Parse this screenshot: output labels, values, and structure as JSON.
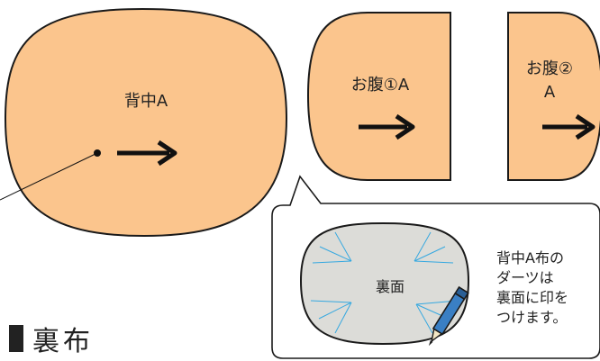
{
  "pieces": {
    "back_label": "背中A",
    "belly1_label": "お腹①A",
    "belly2_label_line1": "お腹②",
    "belly2_label_line2": "A"
  },
  "callout": {
    "piece_label": "裏面",
    "note_lines": [
      "背中A布の",
      "ダーツは",
      "裏面に印を",
      "つけます。"
    ]
  },
  "section_title": "裏布",
  "colors": {
    "fabric": "#FBC58D",
    "fabric_back_side": "#DCDCD8",
    "dart_lines": "#35A8E0",
    "pen": "#3A7FC4",
    "outline": "#1a1a1a"
  },
  "icons": [
    "grain-arrow-icon",
    "pen-icon"
  ]
}
